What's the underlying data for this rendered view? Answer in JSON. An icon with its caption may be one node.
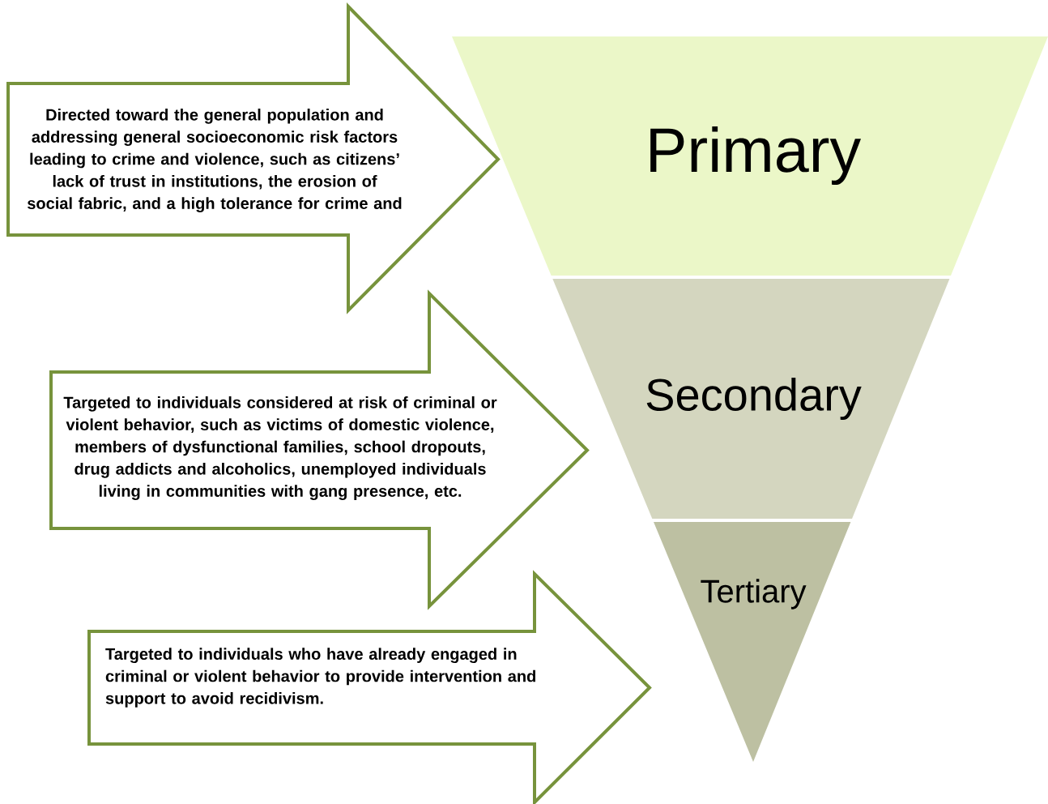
{
  "diagram": {
    "nodes": [
      {
        "text": [
          "Directed toward the general population and addressing general socioeconomic risk factors leading to crime and violence, such as citizens’ lack of trust in institutions, the erosion of social fabric, and a high tolerance for crime and"
        ]
      },
      {
        "text": [
          "Targeted to individuals considered at risk of criminal or violent behavior, such as victims of domestic violence, members of dysfunctional families, school dropouts, drug addicts and alcoholics, unemployed individuals living in communities with gang presence, etc."
        ]
      },
      {
        "text": [
          "Targeted to individuals who have already engaged in criminal or violent behavior to provide intervention and support to avoid recidivism."
        ]
      },
      {
        "text": [
          "Primary"
        ]
      },
      {
        "text": [
          "Secondary"
        ]
      },
      {
        "text": [
          "Tertiary"
        ]
      }
    ]
  }
}
